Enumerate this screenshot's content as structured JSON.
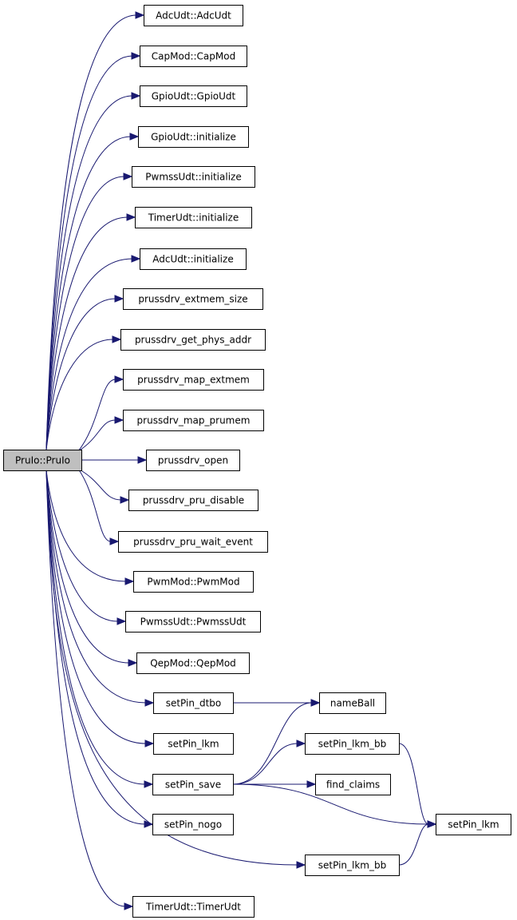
{
  "graph": {
    "root": "PruIo::PruIo",
    "nodes": [
      {
        "id": "n0",
        "label": "PruIo::PruIo",
        "root": true
      },
      {
        "id": "n1",
        "label": "AdcUdt::AdcUdt"
      },
      {
        "id": "n2",
        "label": "CapMod::CapMod"
      },
      {
        "id": "n3",
        "label": "GpioUdt::GpioUdt"
      },
      {
        "id": "n4",
        "label": "GpioUdt::initialize"
      },
      {
        "id": "n5",
        "label": "PwmssUdt::initialize"
      },
      {
        "id": "n6",
        "label": "TimerUdt::initialize"
      },
      {
        "id": "n7",
        "label": "AdcUdt::initialize"
      },
      {
        "id": "n8",
        "label": "prussdrv_extmem_size"
      },
      {
        "id": "n9",
        "label": "prussdrv_get_phys_addr"
      },
      {
        "id": "n10",
        "label": "prussdrv_map_extmem"
      },
      {
        "id": "n11",
        "label": "prussdrv_map_prumem"
      },
      {
        "id": "n12",
        "label": "prussdrv_open"
      },
      {
        "id": "n13",
        "label": "prussdrv_pru_disable"
      },
      {
        "id": "n14",
        "label": "prussdrv_pru_wait_event"
      },
      {
        "id": "n15",
        "label": "PwmMod::PwmMod"
      },
      {
        "id": "n16",
        "label": "PwmssUdt::PwmssUdt"
      },
      {
        "id": "n17",
        "label": "QepMod::QepMod"
      },
      {
        "id": "n18",
        "label": "setPin_dtbo"
      },
      {
        "id": "n19",
        "label": "setPin_lkm"
      },
      {
        "id": "n20",
        "label": "setPin_save"
      },
      {
        "id": "n21",
        "label": "setPin_nogo"
      },
      {
        "id": "n22",
        "label": "TimerUdt::TimerUdt"
      },
      {
        "id": "n23",
        "label": "nameBall"
      },
      {
        "id": "n24",
        "label": "setPin_lkm_bb"
      },
      {
        "id": "n25",
        "label": "find_claims"
      },
      {
        "id": "n26",
        "label": "setPin_lkm"
      },
      {
        "id": "n27",
        "label": "setPin_lkm_bb"
      }
    ],
    "edges": [
      {
        "from": "n0",
        "to": "n1"
      },
      {
        "from": "n0",
        "to": "n2"
      },
      {
        "from": "n0",
        "to": "n3"
      },
      {
        "from": "n0",
        "to": "n4"
      },
      {
        "from": "n0",
        "to": "n5"
      },
      {
        "from": "n0",
        "to": "n6"
      },
      {
        "from": "n0",
        "to": "n7"
      },
      {
        "from": "n0",
        "to": "n8"
      },
      {
        "from": "n0",
        "to": "n9"
      },
      {
        "from": "n0",
        "to": "n10"
      },
      {
        "from": "n0",
        "to": "n11"
      },
      {
        "from": "n0",
        "to": "n12"
      },
      {
        "from": "n0",
        "to": "n13"
      },
      {
        "from": "n0",
        "to": "n14"
      },
      {
        "from": "n0",
        "to": "n15"
      },
      {
        "from": "n0",
        "to": "n16"
      },
      {
        "from": "n0",
        "to": "n17"
      },
      {
        "from": "n0",
        "to": "n18"
      },
      {
        "from": "n0",
        "to": "n19"
      },
      {
        "from": "n0",
        "to": "n20"
      },
      {
        "from": "n0",
        "to": "n21"
      },
      {
        "from": "n0",
        "to": "n27"
      },
      {
        "from": "n0",
        "to": "n22"
      },
      {
        "from": "n18",
        "to": "n23"
      },
      {
        "from": "n20",
        "to": "n23"
      },
      {
        "from": "n20",
        "to": "n24"
      },
      {
        "from": "n20",
        "to": "n25"
      },
      {
        "from": "n20",
        "to": "n26"
      },
      {
        "from": "n24",
        "to": "n26"
      },
      {
        "from": "n27",
        "to": "n26"
      }
    ]
  }
}
